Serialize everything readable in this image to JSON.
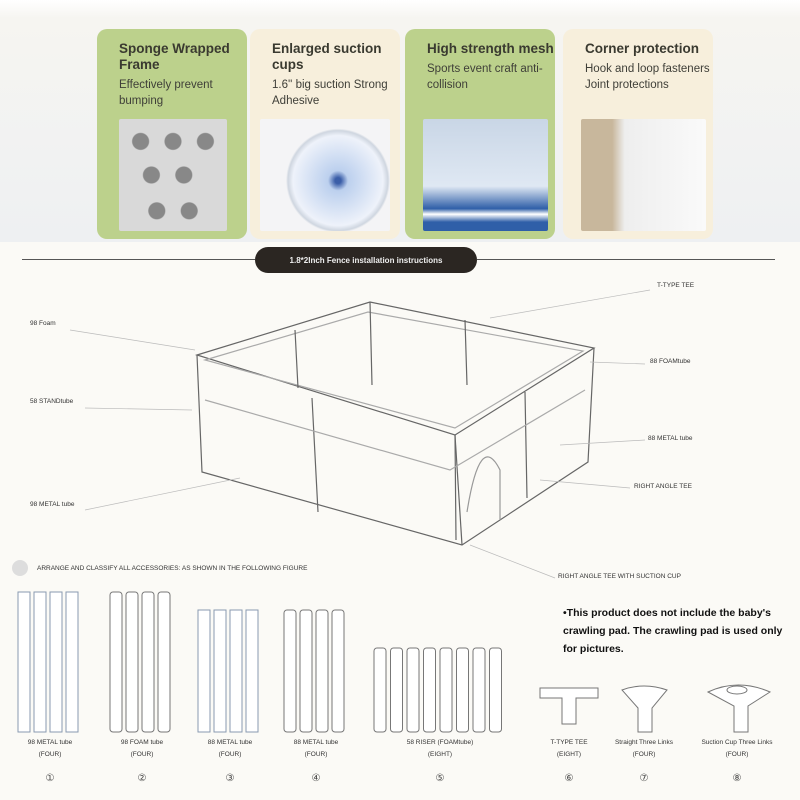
{
  "features": [
    {
      "title": "Sponge Wrapped Frame",
      "desc": "Effectively prevent bumping",
      "color": "#bcd18c"
    },
    {
      "title": "Enlarged suction cups",
      "desc": "1.6'' big suction Strong Adhesive",
      "color": "#f7efdc"
    },
    {
      "title": "High strength mesh",
      "desc": "Sports event craft anti-collision",
      "color": "#bcd18c"
    },
    {
      "title": "Corner protection",
      "desc": "Hook and loop fasteners Joint protections",
      "color": "#f7efdc"
    }
  ],
  "section_title": "1.8*2Inch Fence installation instructions",
  "callouts": {
    "foam98": "98 Foam",
    "stand58": "58 STANDtube",
    "metal98": "98 METAL tube",
    "ttee": "T-TYPE TEE",
    "foam88": "88 FOAMtube",
    "metal88": "88 METAL tube",
    "rat": "RIGHT ANGLE TEE",
    "ratcup": "RIGHT ANGLE TEE WITH SUCTION CUP"
  },
  "step1": "ARRANGE AND CLASSIFY ALL ACCESSORIES: AS SHOWN IN THE FOLLOWING FIGURE",
  "note": "•This product does not include the baby's crawling pad. The crawling pad is used only for pictures.",
  "accessories": [
    {
      "name": "98 METAL tube",
      "qty": "(FOUR)",
      "num": "①",
      "count": 4,
      "kind": "metal"
    },
    {
      "name": "98 FOAM tube",
      "qty": "(FOUR)",
      "num": "②",
      "count": 4,
      "kind": "foam"
    },
    {
      "name": "88 METAL tube",
      "qty": "(FOUR)",
      "num": "③",
      "count": 4,
      "kind": "metal"
    },
    {
      "name": "88 METAL tube",
      "qty": "(FOUR)",
      "num": "④",
      "count": 4,
      "kind": "foam"
    },
    {
      "name": "58 RISER (FOAMtube)",
      "qty": "(EIGHT)",
      "num": "⑤",
      "count": 8,
      "kind": "foam"
    },
    {
      "name": "T-TYPE TEE",
      "qty": "(EIGHT)",
      "num": "⑥"
    },
    {
      "name": "Straight Three Links",
      "qty": "(FOUR)",
      "num": "⑦"
    },
    {
      "name": "Suction Cup Three Links",
      "qty": "(FOUR)",
      "num": "⑧"
    }
  ]
}
